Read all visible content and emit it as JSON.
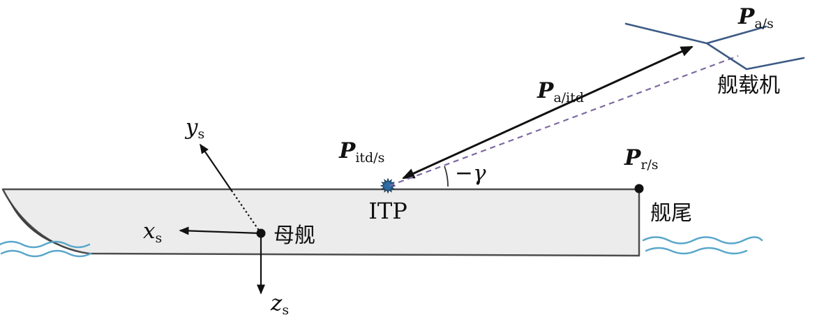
{
  "labels": {
    "y_axis": {
      "main": "y",
      "sub": "s"
    },
    "x_axis": {
      "main": "x",
      "sub": "s"
    },
    "z_axis": {
      "main": "z",
      "sub": "s"
    },
    "mothership": "母舰",
    "itp": "ITP",
    "p_itd_s": {
      "main": "P",
      "sub": "itd/s"
    },
    "p_a_itd": {
      "main": "P",
      "sub": "a/itd"
    },
    "p_a_s": {
      "main": "P",
      "sub": "a/s"
    },
    "p_r_s": {
      "main": "P",
      "sub": "r/s"
    },
    "glide_angle": "−γ",
    "aircraft": "舰载机",
    "stern": "舰尾"
  },
  "colors": {
    "water": "#5aa7cb",
    "ship_fill": "#ececec",
    "ship_outline": "#4d4d4d",
    "bow_shadow": "#3f3f3f",
    "aircraft_line": "#3d5a85",
    "glide_slope_dashed": "#7d6ba3",
    "itp_marker_fill": "#2b6ca3",
    "arrow": "#111111"
  }
}
